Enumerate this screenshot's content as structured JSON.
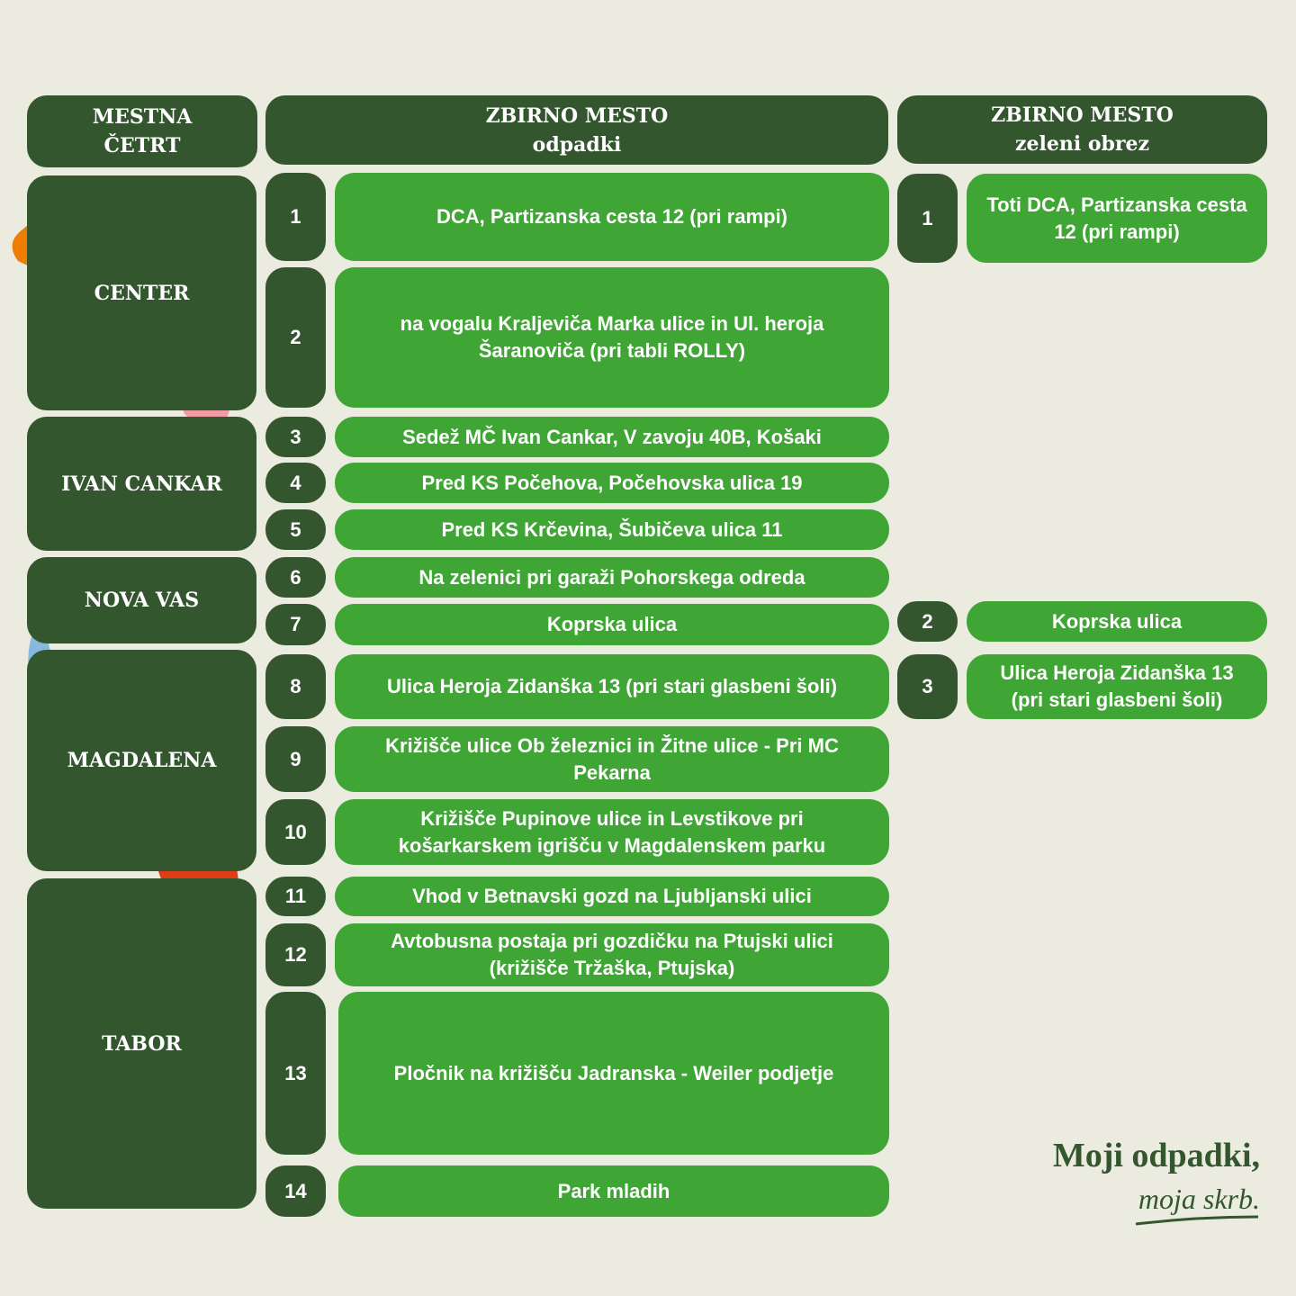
{
  "headers": {
    "district": "MESTNA\nČETRT",
    "waste": "ZBIRNO MESTO\nodpadki",
    "green": "ZBIRNO MESTO\nzeleni obrez"
  },
  "districts": [
    "CENTER",
    "IVAN CANKAR",
    "NOVA VAS",
    "MAGDALENA",
    "TABOR"
  ],
  "waste_points": [
    {
      "n": "1",
      "text": "DCA, Partizanska cesta 12 (pri rampi)"
    },
    {
      "n": "2",
      "text": "na vogalu Kraljeviča Marka ulice in Ul. heroja Šaranoviča (pri tabli ROLLY)"
    },
    {
      "n": "3",
      "text": "Sedež MČ Ivan Cankar, V zavoju 40B, Košaki"
    },
    {
      "n": "4",
      "text": "Pred KS Počehova, Počehovska ulica 19"
    },
    {
      "n": "5",
      "text": "Pred KS Krčevina, Šubičeva ulica 11"
    },
    {
      "n": "6",
      "text": "Na zelenici pri garaži Pohorskega odreda"
    },
    {
      "n": "7",
      "text": "Koprska ulica"
    },
    {
      "n": "8",
      "text": "Ulica Heroja Zidanška 13 (pri stari glasbeni šoli)"
    },
    {
      "n": "9",
      "text": "Križišče ulice Ob železnici in Žitne ulice - Pri MC Pekarna"
    },
    {
      "n": "10",
      "text": "Križišče Pupinove ulice in Levstikove pri košarkarskem igrišču v Magdalenskem parku"
    },
    {
      "n": "11",
      "text": "Vhod v Betnavski gozd na Ljubljanski ulici"
    },
    {
      "n": "12",
      "text": "Avtobusna postaja pri gozdičku na Ptujski ulici (križišče Tržaška, Ptujska)"
    },
    {
      "n": "13",
      "text": "Pločnik na križišču Jadranska - Weiler podjetje"
    },
    {
      "n": "14",
      "text": "Park mladih"
    }
  ],
  "green_points": [
    {
      "n": "1",
      "text": "Toti DCA, Partizanska cesta 12 (pri rampi)"
    },
    {
      "n": "2",
      "text": "Koprska ulica"
    },
    {
      "n": "3",
      "text": "Ulica Heroja Zidanška 13 (pri stari glasbeni šoli)"
    }
  ],
  "logo": {
    "line1": "Moji odpadki,",
    "line2": "moja skrb."
  }
}
